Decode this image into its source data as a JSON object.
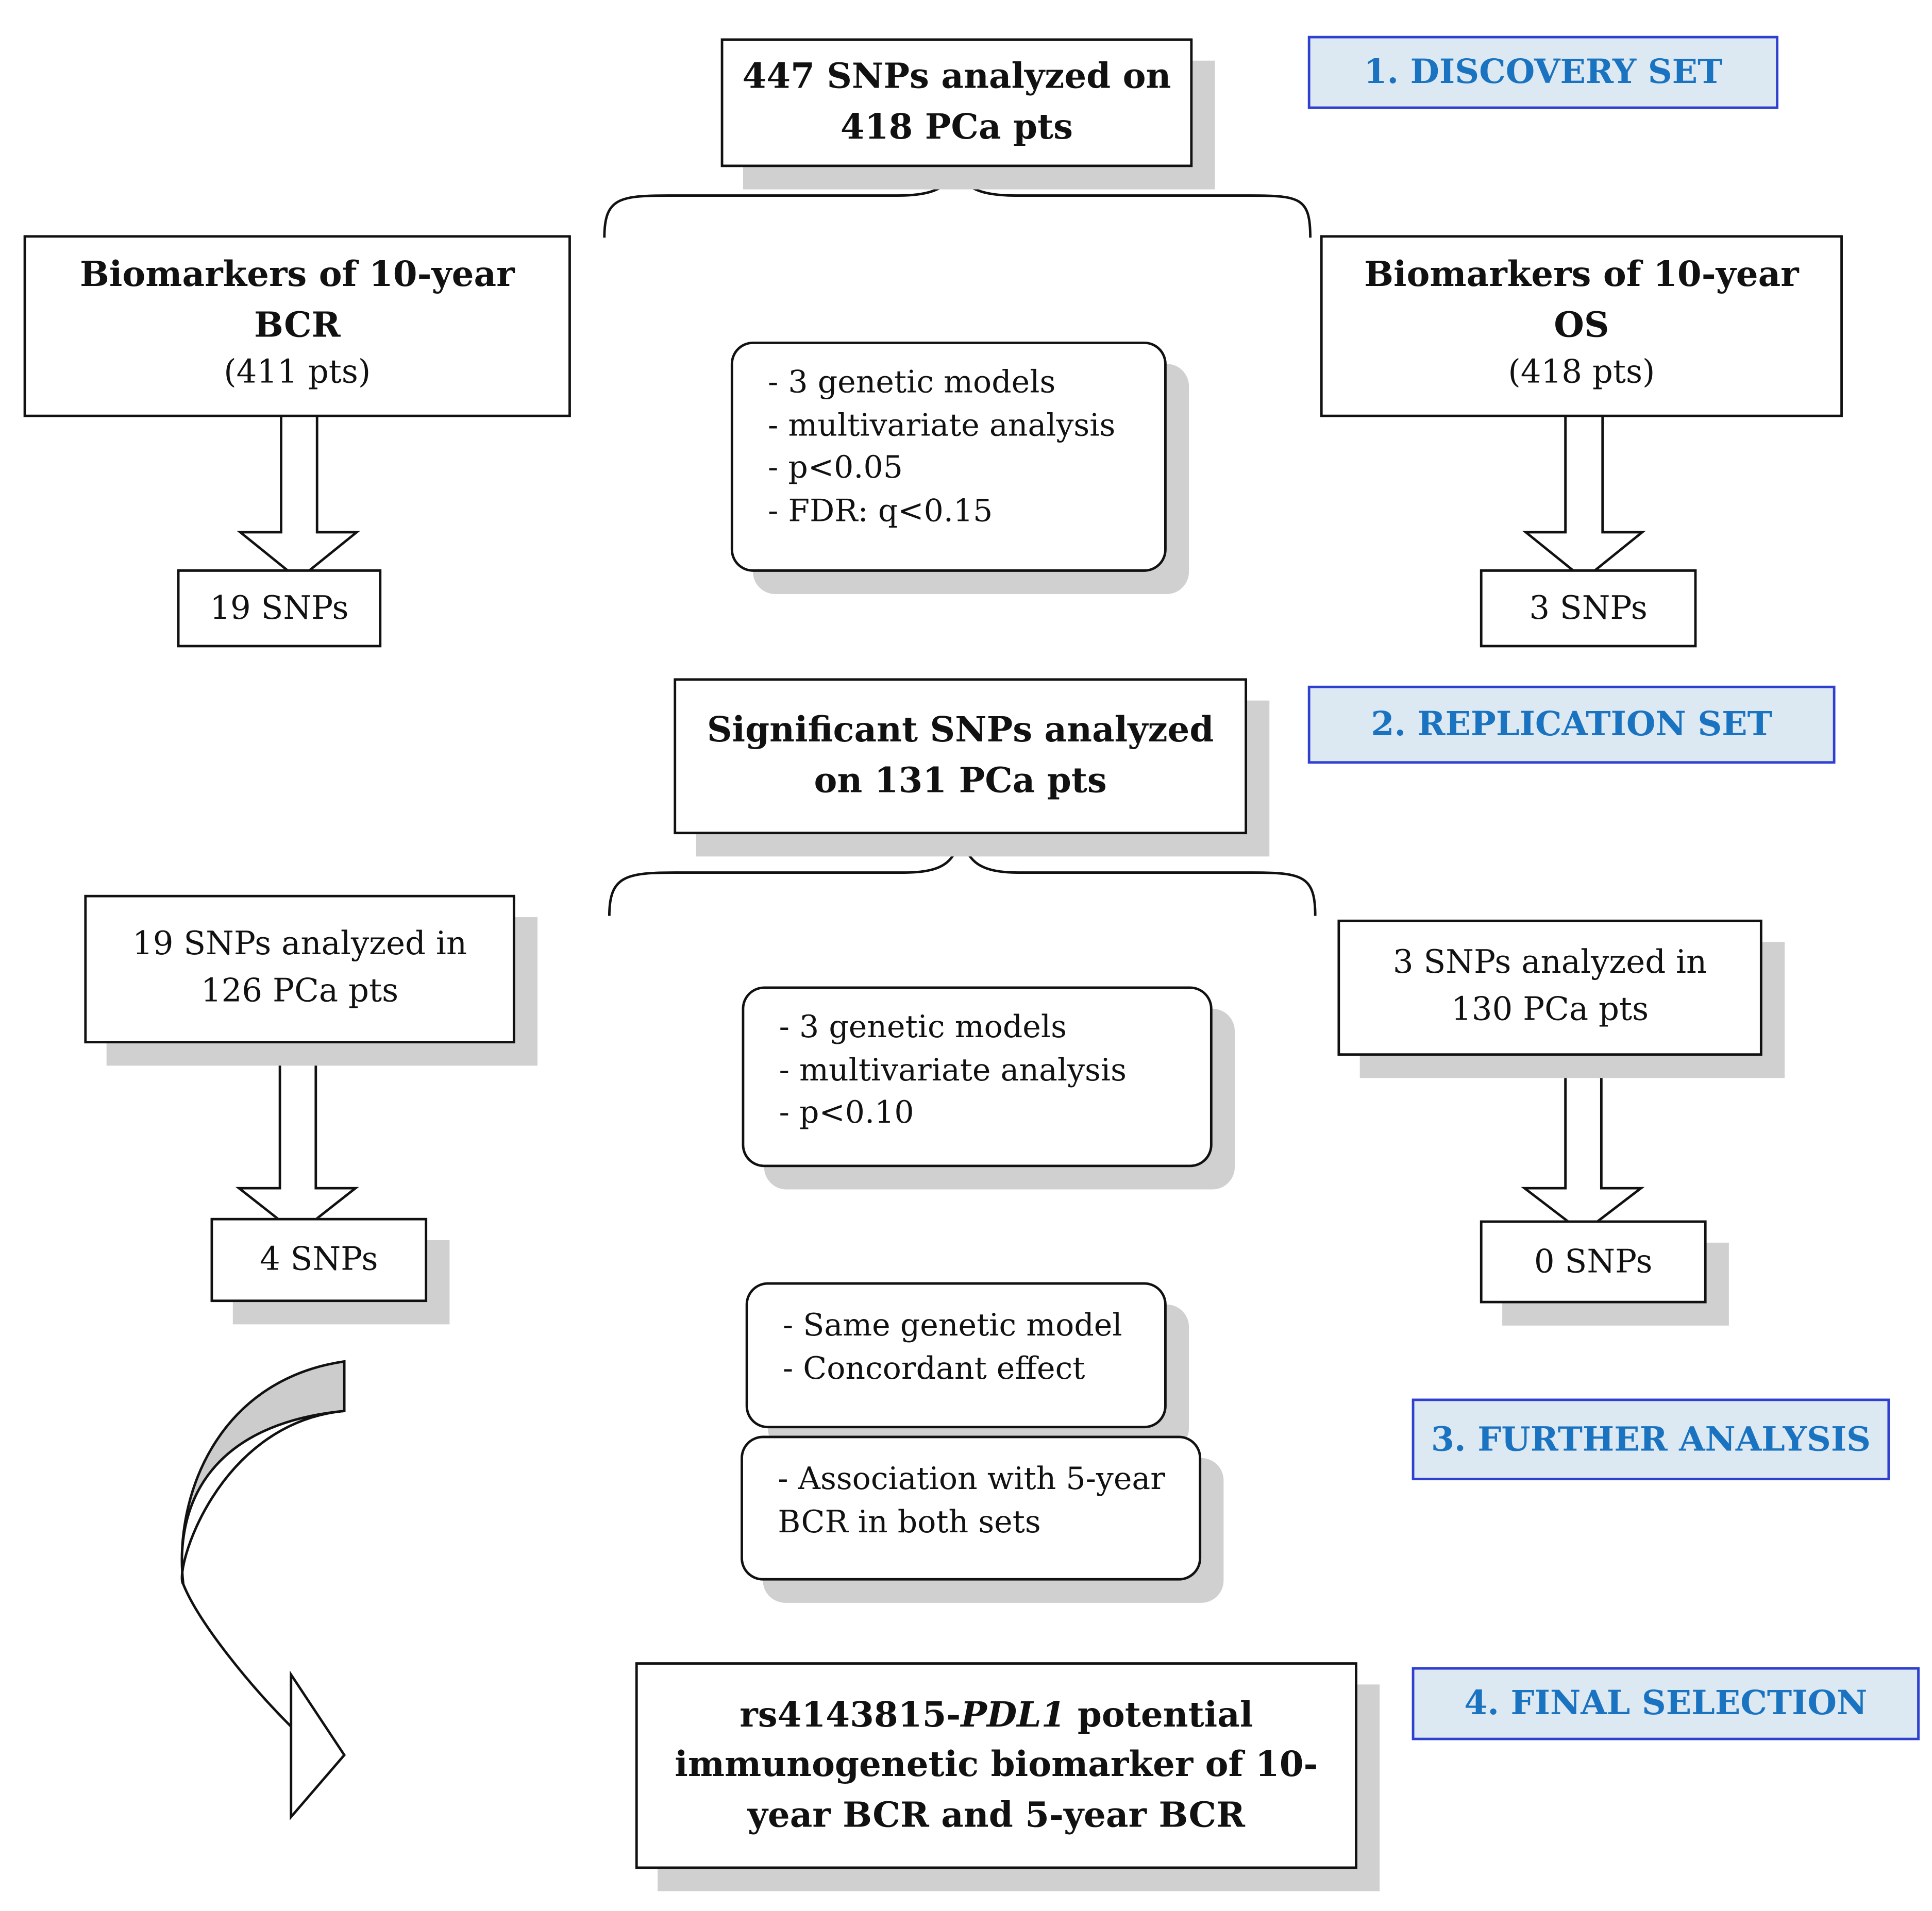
{
  "phases": {
    "discovery": "1. DISCOVERY SET",
    "replication": "2. REPLICATION SET",
    "further": "3. FURTHER ANALYSIS",
    "final": "4. FINAL SELECTION"
  },
  "discovery": {
    "top": [
      "447 SNPs analyzed on",
      "418 PCa pts"
    ],
    "bcr_box": {
      "line1": "Biomarkers of 10-year",
      "line2": "BCR",
      "line3": "(411 pts)"
    },
    "os_box": {
      "line1": "Biomarkers of 10-year",
      "line2": "OS",
      "line3": "(418 pts)"
    },
    "criteria": [
      "- 3 genetic models",
      "- multivariate analysis",
      "- p<0.05",
      "- FDR: q<0.15"
    ],
    "bcr_result": "19 SNPs",
    "os_result": "3 SNPs"
  },
  "replication": {
    "top": [
      "Significant SNPs analyzed",
      "on 131 PCa pts"
    ],
    "bcr_box": [
      "19 SNPs analyzed in",
      "126 PCa pts"
    ],
    "os_box": [
      "3 SNPs analyzed in",
      "130 PCa pts"
    ],
    "criteria": [
      "- 3 genetic models",
      "- multivariate analysis",
      "- p<0.10"
    ],
    "bcr_result": "4 SNPs",
    "os_result": "0 SNPs"
  },
  "further": {
    "criteria1": [
      "- Same genetic model",
      "- Concordant effect"
    ],
    "criteria2": [
      "- Association with 5-year",
      "BCR in both sets"
    ]
  },
  "final": {
    "snp": "rs4143815-",
    "gene": "PDL1",
    "rest": " potential",
    "line2": "immunogenetic biomarker of 10-",
    "line3": "year BCR and 5-year BCR"
  }
}
